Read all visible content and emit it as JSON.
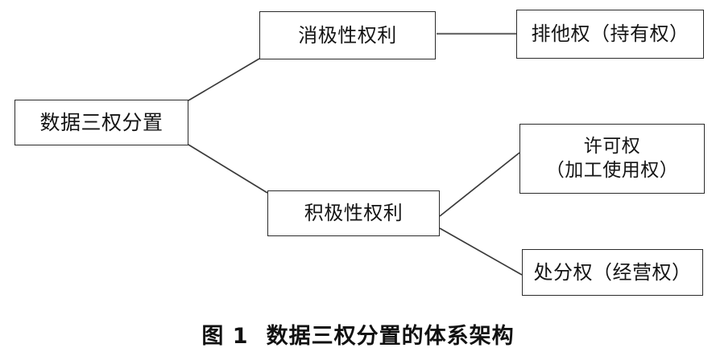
{
  "figure": {
    "caption_number": "图 1",
    "caption_title": "数据三权分置的体系架构"
  },
  "diagram": {
    "type": "tree",
    "orientation": "left-to-right",
    "nodes": [
      {
        "id": "root",
        "label": "数据三权分置",
        "level": 0
      },
      {
        "id": "negative-rights",
        "label": "消极性权利",
        "level": 1
      },
      {
        "id": "positive-rights",
        "label": "积极性权利",
        "level": 1
      },
      {
        "id": "exclusive-right",
        "label": "排他权（持有权）",
        "level": 2
      },
      {
        "id": "license-right",
        "label": "许可权\n（加工使用权）",
        "level": 2
      },
      {
        "id": "disposal-right",
        "label": "处分权（经营权）",
        "level": 2
      }
    ],
    "edges": [
      {
        "from": "root",
        "to": "negative-rights",
        "style": "diagonal-up"
      },
      {
        "from": "root",
        "to": "positive-rights",
        "style": "diagonal-down"
      },
      {
        "from": "negative-rights",
        "to": "exclusive-right",
        "style": "horizontal"
      },
      {
        "from": "positive-rights",
        "to": "license-right",
        "style": "diagonal-up"
      },
      {
        "from": "positive-rights",
        "to": "disposal-right",
        "style": "diagonal-down"
      }
    ]
  },
  "colors": {
    "box_border": "#2b2b2b",
    "connector": "#3a3a3a",
    "text": "#141414",
    "background": "#ffffff"
  }
}
